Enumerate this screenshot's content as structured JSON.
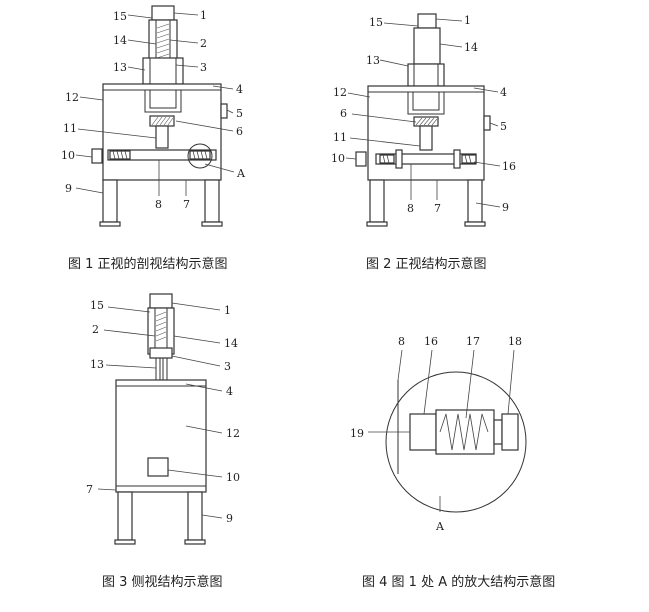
{
  "captions": {
    "fig1": "图 1 正视的剖视结构示意图",
    "fig2": "图 2 正视结构示意图",
    "fig3": "图 3 侧视结构示意图",
    "fig4": "图 4 图 1 处 A 的放大结构示意图"
  },
  "fig1_labels": {
    "l1": "1",
    "l2": "2",
    "l3": "3",
    "l4": "4",
    "l5": "5",
    "l6": "6",
    "l7": "7",
    "l8": "8",
    "l9": "9",
    "l10": "10",
    "l11": "11",
    "l12": "12",
    "l13": "13",
    "l14": "14",
    "l15": "15",
    "lA": "A"
  },
  "fig2_labels": {
    "l1": "1",
    "l4": "4",
    "l5": "5",
    "l6": "6",
    "l7": "7",
    "l8": "8",
    "l9": "9",
    "l10": "10",
    "l11": "11",
    "l12": "12",
    "l13": "13",
    "l14": "14",
    "l15": "15",
    "l16": "16"
  },
  "fig3_labels": {
    "l1": "1",
    "l2": "2",
    "l3": "3",
    "l4": "4",
    "l7": "7",
    "l9": "9",
    "l10": "10",
    "l12": "12",
    "l13": "13",
    "l14": "14",
    "l15": "15"
  },
  "fig4_labels": {
    "l8": "8",
    "l16": "16",
    "l17": "17",
    "l18": "18",
    "l19": "19",
    "lA": "A"
  }
}
